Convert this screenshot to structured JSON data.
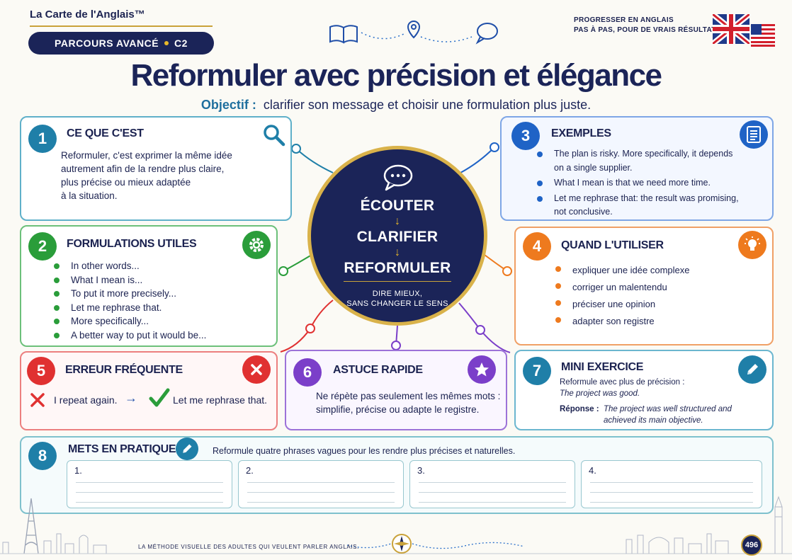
{
  "header": {
    "brand": "La Carte de l'Anglais™",
    "level": "PARCOURS AVANCÉ",
    "level_code": "C2",
    "tagline_1": "PROGRESSER EN ANGLAIS",
    "tagline_2": "PAS À PAS, POUR DE VRAIS RÉSULTATS",
    "icons": [
      "book-icon",
      "location-pin-icon",
      "speech-bubble-icon",
      "uk-flag-icon",
      "us-flag-icon"
    ]
  },
  "title": "Reformuler avec précision et élégance",
  "objective": {
    "label": "Objectif :",
    "text": "clarifier son message et choisir une formulation plus juste."
  },
  "center": {
    "word_1": "ÉCOUTER",
    "word_2": "CLARIFIER",
    "word_3": "REFORMULER",
    "arrow": "↓",
    "sub_1": "DIRE MIEUX,",
    "sub_2": "SANS CHANGER LE SENS"
  },
  "cards": {
    "c1": {
      "num": "1",
      "title": "CE QUE C'EST",
      "icon": "magnifier-icon",
      "color": "#1f7fa8",
      "lines": [
        "Reformuler, c'est exprimer la même idée",
        "autrement afin de la rendre plus claire,",
        "plus précise ou mieux adaptée",
        "à la situation."
      ]
    },
    "c2": {
      "num": "2",
      "title": "FORMULATIONS UTILES",
      "icon": "gear-icon",
      "color": "#2a9d3a",
      "items": [
        "In other words...",
        "What I mean is...",
        "To put it more precisely...",
        "Let me rephrase that.",
        "More specifically...",
        "A better way to put it would be..."
      ]
    },
    "c3": {
      "num": "3",
      "title": "EXEMPLES",
      "icon": "document-icon",
      "color": "#1f63c6",
      "items": [
        {
          "l1": "The plan is risky. More specifically, it depends",
          "l2": "on a single supplier."
        },
        {
          "l1": "What I mean is that we need more time.",
          "l2": ""
        },
        {
          "l1": "Let me rephrase that: the result was promising,",
          "l2": "not conclusive."
        }
      ]
    },
    "c4": {
      "num": "4",
      "title": "QUAND L'UTILISER",
      "icon": "lightbulb-icon",
      "color": "#ee7a1e",
      "items": [
        "expliquer une idée complexe",
        "corriger un malentendu",
        "préciser une opinion",
        "adapter son registre"
      ]
    },
    "c5": {
      "num": "5",
      "title": "ERREUR FRÉQUENTE",
      "icon": "cross-icon",
      "color": "#e03131",
      "wrong": "I repeat again.",
      "arrow": "→",
      "right": "Let me rephrase that."
    },
    "c6": {
      "num": "6",
      "title": "ASTUCE RAPIDE",
      "icon": "star-icon",
      "color": "#7b3fc9",
      "lines": [
        "Ne répète pas seulement les mêmes mots :",
        "simplifie, précise ou adapte le registre."
      ]
    },
    "c7": {
      "num": "7",
      "title": "MINI EXERCICE",
      "icon": "pencil-icon",
      "color": "#1f7fa8",
      "prompt": "Reformule avec plus de précision :",
      "sentence": "The project was good.",
      "answer_label": "Réponse :",
      "answer_1": "The project was well structured and",
      "answer_2": "achieved its main objective."
    },
    "c8": {
      "num": "8",
      "title": "METS EN PRATIQUE",
      "icon": "pencil-icon",
      "color": "#1f7fa8",
      "instruction": "Reformule quatre phrases vagues pour les rendre plus précises et naturelles.",
      "boxes": [
        "1.",
        "2.",
        "3.",
        "4."
      ]
    }
  },
  "footer": {
    "text": "LA MÉTHODE VISUELLE DES ADULTES QUI VEULENT PARLER ANGLAIS.",
    "page": "496",
    "icons": [
      "compass-icon",
      "eiffel-tower-icon",
      "london-skyline-icon"
    ]
  }
}
